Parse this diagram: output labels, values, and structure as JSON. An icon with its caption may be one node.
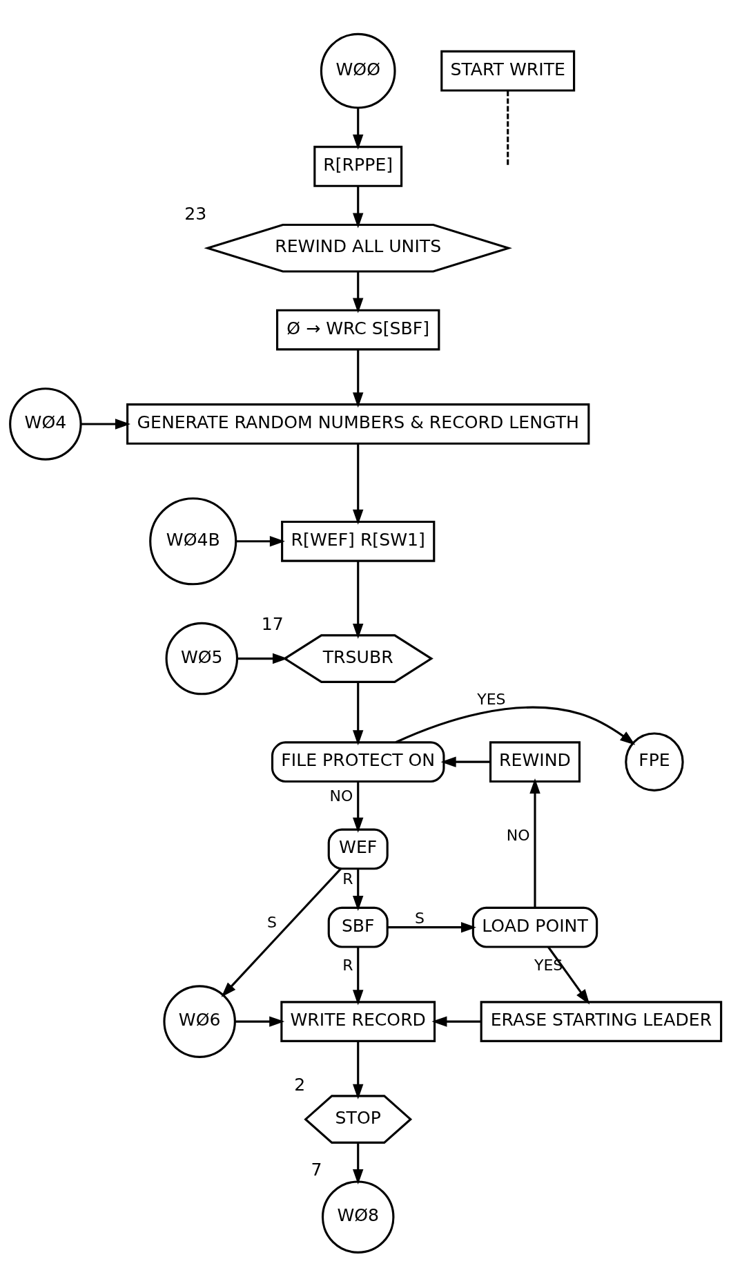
{
  "diagram": {
    "nodes": [
      {
        "text": [
          "WØØ"
        ]
      },
      {
        "text": [
          "START WRITE"
        ]
      },
      {
        "text": [
          "R[RPPE]"
        ]
      },
      {
        "text": [
          "REWIND ALL UNITS"
        ],
        "beside": [
          "23"
        ]
      },
      {
        "text": [
          "Ø → WRC S[SBF]"
        ]
      },
      {
        "text": [
          "WØ4"
        ]
      },
      {
        "text": [
          "GENERATE RANDOM NUMBERS & RECORD LENGTH"
        ]
      },
      {
        "text": [
          "WØ4B"
        ]
      },
      {
        "text": [
          "R[WEF] R[SW1]"
        ]
      },
      {
        "text": [
          "WØ5"
        ]
      },
      {
        "text": [
          "TRSUBR"
        ],
        "beside": [
          "17"
        ]
      },
      {
        "text": [
          "FPE"
        ]
      },
      {
        "text": [
          "FILE PROTECT ON"
        ]
      },
      {
        "text": [
          "REWIND"
        ]
      },
      {
        "text": [
          "WEF"
        ]
      },
      {
        "text": [
          "SBF"
        ]
      },
      {
        "text": [
          "LOAD POINT"
        ]
      },
      {
        "text": [
          "WØ6"
        ]
      },
      {
        "text": [
          "WRITE RECORD"
        ]
      },
      {
        "text": [
          "ERASE STARTING LEADER"
        ]
      },
      {
        "text": [
          "STOP"
        ],
        "beside": [
          "2"
        ]
      },
      {
        "text": [
          "WØ8"
        ],
        "beside": [
          "7"
        ]
      }
    ],
    "edges": [
      {
        "from": 0,
        "to": 2,
        "arrow": "to"
      },
      {
        "from": 1,
        "to": null,
        "arrow": "none",
        "style": "dashed"
      },
      {
        "from": 2,
        "to": 3,
        "arrow": "to"
      },
      {
        "from": 3,
        "to": 4,
        "arrow": "to"
      },
      {
        "from": 4,
        "to": 6,
        "arrow": "to"
      },
      {
        "from": 5,
        "to": 6,
        "arrow": "to"
      },
      {
        "from": 6,
        "to": 8,
        "arrow": "to"
      },
      {
        "from": 7,
        "to": 8,
        "arrow": "to"
      },
      {
        "from": 8,
        "to": 10,
        "arrow": "to"
      },
      {
        "from": 9,
        "to": 10,
        "arrow": "to"
      },
      {
        "from": 10,
        "to": 12,
        "arrow": "to"
      },
      {
        "from": 12,
        "to": 11,
        "arrow": "to",
        "label": "YES"
      },
      {
        "from": 13,
        "to": 12,
        "arrow": "to"
      },
      {
        "from": 12,
        "to": 14,
        "arrow": "to",
        "label": "NO"
      },
      {
        "from": 14,
        "to": 17,
        "arrow": "to",
        "label": "S"
      },
      {
        "from": 14,
        "to": 15,
        "arrow": "to",
        "label": "R"
      },
      {
        "from": 15,
        "to": 16,
        "arrow": "to",
        "label": "S"
      },
      {
        "from": 15,
        "to": 18,
        "arrow": "to",
        "label": "R"
      },
      {
        "from": 16,
        "to": 13,
        "arrow": "to",
        "label": "NO"
      },
      {
        "from": 16,
        "to": 19,
        "arrow": "to",
        "label": "YES"
      },
      {
        "from": 17,
        "to": 18,
        "arrow": "to"
      },
      {
        "from": 19,
        "to": 18,
        "arrow": "to"
      },
      {
        "from": 18,
        "to": 20,
        "arrow": "to"
      },
      {
        "from": 20,
        "to": 21,
        "arrow": "to"
      }
    ]
  }
}
